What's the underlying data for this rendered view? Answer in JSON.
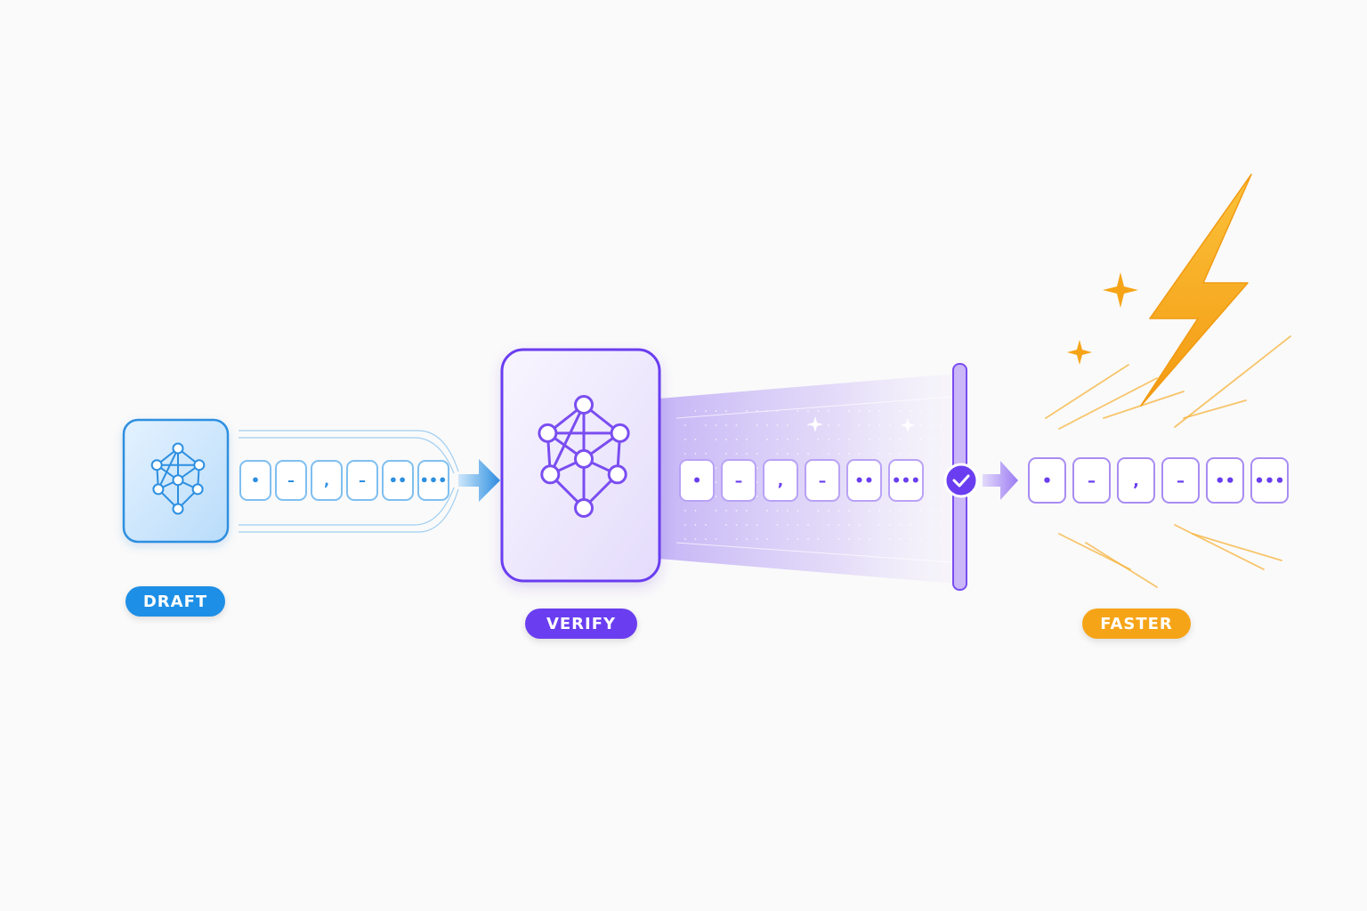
{
  "stages": [
    {
      "id": "draft",
      "label": "DRAFT",
      "color": "#1e8fe6"
    },
    {
      "id": "verify",
      "label": "VERIFY",
      "color": "#6a3ef0"
    },
    {
      "id": "faster",
      "label": "FASTER",
      "color": "#f6a417"
    }
  ],
  "token_sequence": [
    "•",
    "–",
    ",",
    "–",
    "••",
    "•••"
  ],
  "icons": {
    "draft_model": "neural-network-icon",
    "verify_model": "neural-network-icon",
    "verify_check": "check-circle-icon",
    "speed": "lightning-bolt-icon"
  },
  "colors": {
    "draft_accent": "#2d8fe0",
    "verify_accent": "#7a4df0",
    "faster_accent": "#f6a417",
    "background": "#fafafa"
  }
}
